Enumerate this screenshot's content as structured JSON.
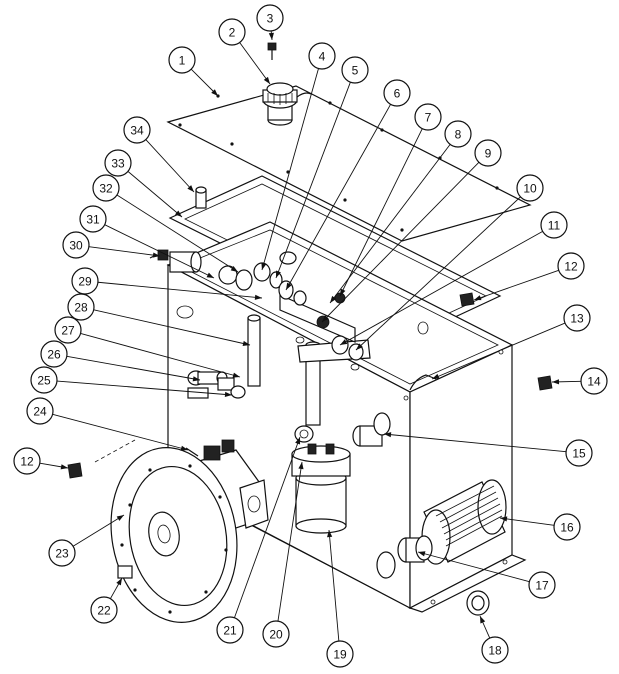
{
  "diagram": {
    "callouts": [
      {
        "id": "1",
        "label": "1"
      },
      {
        "id": "2",
        "label": "2"
      },
      {
        "id": "3",
        "label": "3"
      },
      {
        "id": "4",
        "label": "4"
      },
      {
        "id": "5",
        "label": "5"
      },
      {
        "id": "6",
        "label": "6"
      },
      {
        "id": "7",
        "label": "7"
      },
      {
        "id": "8",
        "label": "8"
      },
      {
        "id": "9",
        "label": "9"
      },
      {
        "id": "10",
        "label": "10"
      },
      {
        "id": "11",
        "label": "11"
      },
      {
        "id": "12a",
        "label": "12"
      },
      {
        "id": "13",
        "label": "13"
      },
      {
        "id": "14",
        "label": "14"
      },
      {
        "id": "15",
        "label": "15"
      },
      {
        "id": "16",
        "label": "16"
      },
      {
        "id": "17",
        "label": "17"
      },
      {
        "id": "18",
        "label": "18"
      },
      {
        "id": "19",
        "label": "19"
      },
      {
        "id": "20",
        "label": "20"
      },
      {
        "id": "21",
        "label": "21"
      },
      {
        "id": "22",
        "label": "22"
      },
      {
        "id": "23",
        "label": "23"
      },
      {
        "id": "24",
        "label": "24"
      },
      {
        "id": "25",
        "label": "25"
      },
      {
        "id": "26",
        "label": "26"
      },
      {
        "id": "27",
        "label": "27"
      },
      {
        "id": "28",
        "label": "28"
      },
      {
        "id": "29",
        "label": "29"
      },
      {
        "id": "30",
        "label": "30"
      },
      {
        "id": "31",
        "label": "31"
      },
      {
        "id": "32",
        "label": "32"
      },
      {
        "id": "33",
        "label": "33"
      },
      {
        "id": "34",
        "label": "34"
      },
      {
        "id": "12b",
        "label": "12"
      }
    ]
  }
}
